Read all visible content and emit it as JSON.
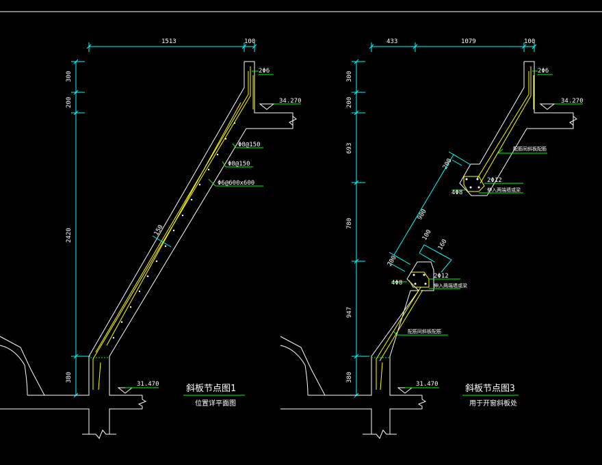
{
  "left_detail": {
    "dim_top": [
      "1513",
      "100"
    ],
    "dim_left": [
      "300",
      "200",
      "2420",
      "380"
    ],
    "labels": {
      "top_rebar": "2Φ6",
      "elev_top": "34.270",
      "rebar1": "Φ8@150",
      "rebar2": "Φ8@150",
      "rebar3": "Φ6@600x600",
      "thickness": "150",
      "elev_bottom": "31.470"
    },
    "title": "斜板节点图1",
    "subtitle": "位置详平面图"
  },
  "right_detail": {
    "dim_top": [
      "433",
      "1079",
      "100"
    ],
    "dim_left": [
      "300",
      "200",
      "693",
      "780",
      "947",
      "380"
    ],
    "labels": {
      "top_rebar": "2Φ6",
      "elev_top": "34.270",
      "note_upper": "配筋同斜板配筋",
      "beam_bars_upper": "2Φ12",
      "beam_stirrup_upper": "4Φ8",
      "beam_note_upper": "伸入两端墙或梁",
      "dim_200_a": "200",
      "dim_900": "900",
      "dim_100": "100",
      "dim_160": "160",
      "dim_200_b": "200",
      "beam_bars_lower": "2Φ12",
      "beam_stirrup_lower": "4Φ8",
      "beam_note_lower": "伸入两端墙或梁",
      "note_lower": "配筋同斜板配筋",
      "elev_bottom": "31.470"
    },
    "title": "斜板节点图3",
    "subtitle": "用于开窗斜板处"
  },
  "colors": {
    "background": "#000000",
    "outline": "#ffffff",
    "dimension": "#00ffff",
    "leader": "#00ff00",
    "rebar": "#ffff00",
    "title": "#ffffff"
  }
}
